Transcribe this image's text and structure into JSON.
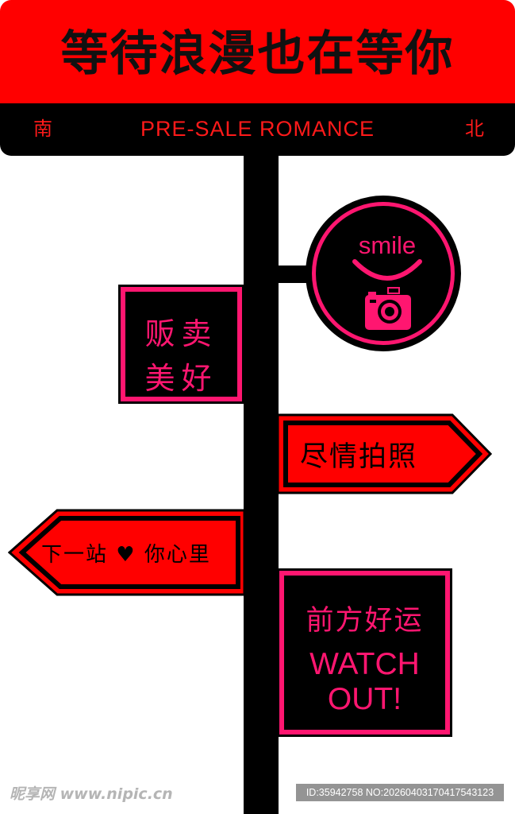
{
  "header": {
    "title": "等待浪漫也在等你",
    "subtitle": "PRE-SALE ROMANCE",
    "south": "南",
    "north": "北"
  },
  "signs": {
    "smile": {
      "text": "smile",
      "icon": "camera-icon"
    },
    "sell": {
      "line1": "贩卖",
      "line2": "美好"
    },
    "photo": {
      "text": "尽情拍照"
    },
    "next_stop": {
      "text_before": "下一站",
      "heart": "♥",
      "text_after": "你心里"
    },
    "luck": {
      "cn": "前方好运",
      "en_line1": "WATCH",
      "en_line2": "OUT!"
    }
  },
  "watermark": {
    "left": "昵享网 www.nipic.cn",
    "right": "ID:35942758 NO:20260403170417543123"
  },
  "colors": {
    "red": "#ff0000",
    "pink": "#ff1670",
    "black": "#000000"
  }
}
